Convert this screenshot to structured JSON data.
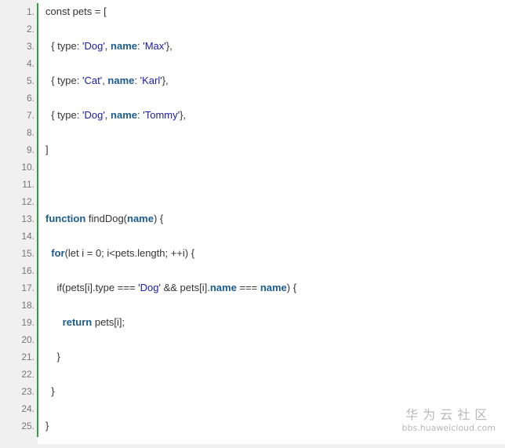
{
  "lines": [
    {
      "n": "1.",
      "tokens": [
        [
          "t",
          "const pets = ["
        ]
      ]
    },
    {
      "n": "2.",
      "tokens": []
    },
    {
      "n": "3.",
      "tokens": [
        [
          "t",
          "  { type: "
        ],
        [
          "s",
          "'Dog'"
        ],
        [
          "t",
          ", "
        ],
        [
          "k",
          "name"
        ],
        [
          "t",
          ": "
        ],
        [
          "s",
          "'Max'"
        ],
        [
          "t",
          "},"
        ]
      ]
    },
    {
      "n": "4.",
      "tokens": []
    },
    {
      "n": "5.",
      "tokens": [
        [
          "t",
          "  { type: "
        ],
        [
          "s",
          "'Cat'"
        ],
        [
          "t",
          ", "
        ],
        [
          "k",
          "name"
        ],
        [
          "t",
          ": "
        ],
        [
          "s",
          "'Karl'"
        ],
        [
          "t",
          "},"
        ]
      ]
    },
    {
      "n": "6.",
      "tokens": []
    },
    {
      "n": "7.",
      "tokens": [
        [
          "t",
          "  { type: "
        ],
        [
          "s",
          "'Dog'"
        ],
        [
          "t",
          ", "
        ],
        [
          "k",
          "name"
        ],
        [
          "t",
          ": "
        ],
        [
          "s",
          "'Tommy'"
        ],
        [
          "t",
          "},"
        ]
      ]
    },
    {
      "n": "8.",
      "tokens": []
    },
    {
      "n": "9.",
      "tokens": [
        [
          "t",
          "]"
        ]
      ]
    },
    {
      "n": "10.",
      "tokens": []
    },
    {
      "n": "11.",
      "tokens": []
    },
    {
      "n": "12.",
      "tokens": []
    },
    {
      "n": "13.",
      "tokens": [
        [
          "k",
          "function"
        ],
        [
          "t",
          " findDog("
        ],
        [
          "k",
          "name"
        ],
        [
          "t",
          ") {"
        ]
      ]
    },
    {
      "n": "14.",
      "tokens": []
    },
    {
      "n": "15.",
      "tokens": [
        [
          "t",
          "  "
        ],
        [
          "k",
          "for"
        ],
        [
          "t",
          "(let i = 0; i<pets.length; ++i) {"
        ]
      ]
    },
    {
      "n": "16.",
      "tokens": []
    },
    {
      "n": "17.",
      "tokens": [
        [
          "t",
          "    if(pets[i].type === "
        ],
        [
          "s",
          "'Dog'"
        ],
        [
          "t",
          " && pets[i]."
        ],
        [
          "k",
          "name"
        ],
        [
          "t",
          " === "
        ],
        [
          "k",
          "name"
        ],
        [
          "t",
          ") {"
        ]
      ]
    },
    {
      "n": "18.",
      "tokens": []
    },
    {
      "n": "19.",
      "tokens": [
        [
          "t",
          "      "
        ],
        [
          "k",
          "return"
        ],
        [
          "t",
          " pets[i];"
        ]
      ]
    },
    {
      "n": "20.",
      "tokens": []
    },
    {
      "n": "21.",
      "tokens": [
        [
          "t",
          "    }"
        ]
      ]
    },
    {
      "n": "22.",
      "tokens": []
    },
    {
      "n": "23.",
      "tokens": [
        [
          "t",
          "  }"
        ]
      ]
    },
    {
      "n": "24.",
      "tokens": []
    },
    {
      "n": "25.",
      "tokens": [
        [
          "t",
          "}"
        ]
      ]
    }
  ],
  "watermark": {
    "logo": "华为云社区",
    "url": "bbs.huaweicloud.com"
  },
  "colors": {
    "keyword": "#1b5b8f",
    "string": "#1a1aa6",
    "text": "#333333",
    "gutter_rule": "#2e9e49",
    "gutter_bg": "#f0f0f0"
  }
}
